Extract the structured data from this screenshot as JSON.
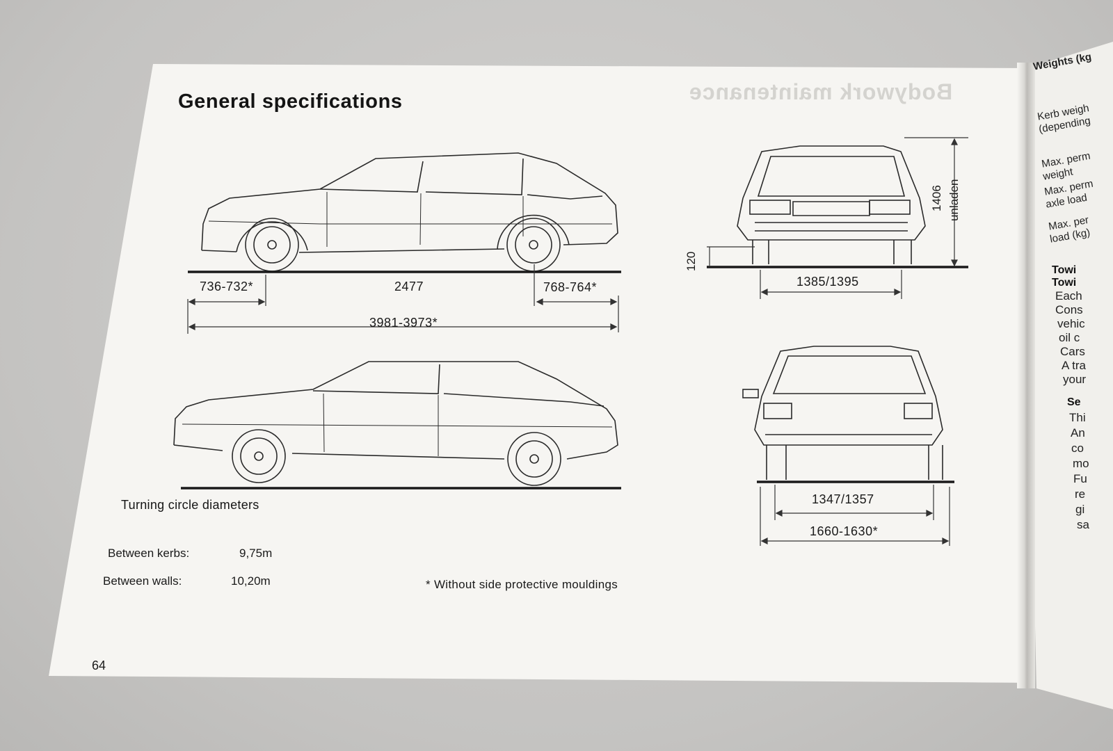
{
  "left_page": {
    "title": "General specifications",
    "page_number": "64",
    "side_view_dimensions": {
      "front_overhang": "736-732*",
      "wheelbase": "2477",
      "rear_overhang": "768-764*",
      "overall_length": "3981-3973*"
    },
    "front_view_dimensions": {
      "ground_clearance": "120",
      "height_value": "1406",
      "height_note": "unladen",
      "front_track": "1385/1395"
    },
    "rear_view_dimensions": {
      "rear_track": "1347/1357",
      "overall_width": "1660-1630*"
    },
    "turning_circle": {
      "heading": "Turning circle diameters",
      "rows": [
        {
          "label": "Between kerbs:",
          "value": "9,75m"
        },
        {
          "label": "Between walls:",
          "value": "10,20m"
        }
      ]
    },
    "footnote": "* Without side protective mouldings",
    "show_through_heading": "Bodywork maintenance"
  },
  "right_page": {
    "header": "Weights (kg",
    "table_rows": [
      "Kerb weigh",
      "(depending",
      "Max. perm",
      "weight",
      "Max. perm",
      "axle load",
      "Max. per",
      "load (kg)"
    ],
    "section_1": {
      "heading_1": "Towi",
      "heading_2": "Towi",
      "lines": [
        "Each",
        "Cons",
        "vehic",
        "oil c",
        "Cars",
        "A tra",
        "your"
      ]
    },
    "section_2": {
      "heading": "Se",
      "lines": [
        "Thi",
        "An",
        "co",
        "mo",
        "Fu",
        "re",
        "gi",
        "sa"
      ]
    }
  }
}
